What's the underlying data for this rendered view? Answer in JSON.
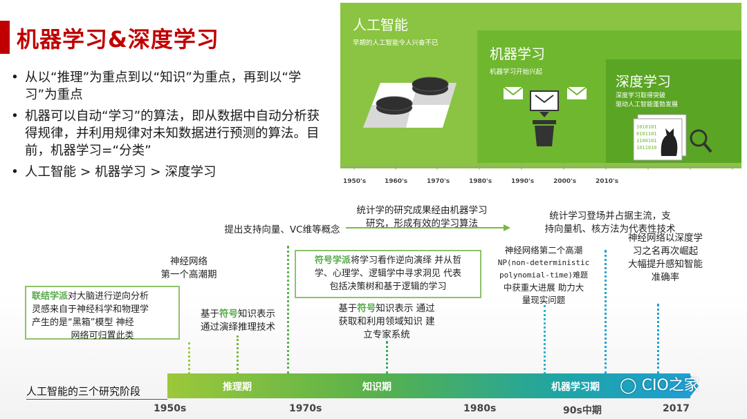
{
  "title": "机器学习&深度学习",
  "bullets": [
    "从以“推理”为重点到以“知识”为重点，再到以“学习”为重点",
    "机器可以自动“学习”的算法，即从数据中自动分析获得规律，并利用规律对未知数据进行预测的算法。目前，机器学习=“分类”",
    "人工智能 > 机器学习 > 深度学习"
  ],
  "panel": {
    "ai_title": "人工智能",
    "ai_sub": "早期的人工智能令人兴奋不已",
    "ml_title": "机器学习",
    "ml_sub": "机器学习开始兴起",
    "dl_title": "深度学习",
    "dl_sub_1": "深度学习取得突破",
    "dl_sub_2": "驱动人工智能蓬勃发展",
    "ticks": [
      "1950's",
      "1960's",
      "1970's",
      "1980's",
      "1990's",
      "2000's",
      "2010's"
    ],
    "colors": {
      "outer": "#8ac442",
      "mid": "#6fb72f",
      "inner": "#5aa524"
    }
  },
  "timeline": {
    "label": "人工智能的三个研究阶段",
    "phases": [
      "推理期",
      "知识期",
      "机器学习期"
    ],
    "years": [
      "1950s",
      "1970s",
      "1980s",
      "90s中期",
      "2017"
    ]
  },
  "annotations": {
    "connectionism": {
      "highlight": "联结学派",
      "text_1": "对大脑进行逆向分析",
      "text_2": "灵感来自于神经科学和物理学",
      "text_3": "产生的是“黑箱”模型  神经",
      "text_4": "网络可归置此类"
    },
    "nn_first": [
      "神经网络",
      "第一个高潮期"
    ],
    "symbolic_reasoning": {
      "line1_pre": "基于",
      "line1_hl": "符号",
      "line1_post": "知识表示",
      "line2": "通过演绎推理技术"
    },
    "svm": "提出支持向量、VC维等概念",
    "symbolism": {
      "highlight": "符号学派",
      "text_1": "将学习看作逆向演绎  并从哲",
      "text_2": "学、心理学、逻辑学中寻求洞见  代表",
      "text_3": "包括决策树和基于逻辑的学习"
    },
    "expert": {
      "line1_pre": "基于",
      "line1_hl": "符号",
      "line1_post": "知识表示  通过",
      "line2": "获取和利用领域知识  建",
      "line3": "立专家系统"
    },
    "stats": [
      "统计学的研究成果经由机器学习",
      "研究，形成有效的学习算法"
    ],
    "nn_second": [
      "神经网络第二个高潮",
      "NP(non-deterministic",
      "polynomial-time)难题",
      "中获重大进展  助力大",
      "量现实问题"
    ],
    "stats_main": [
      "统计学习登场并占据主流，支",
      "持向量机、核方法为代表性技术"
    ],
    "deep": [
      "神经网络以深度学",
      "习之名再次崛起",
      "大幅提升感知智能",
      "准确率"
    ]
  },
  "watermark": "CIO之家"
}
